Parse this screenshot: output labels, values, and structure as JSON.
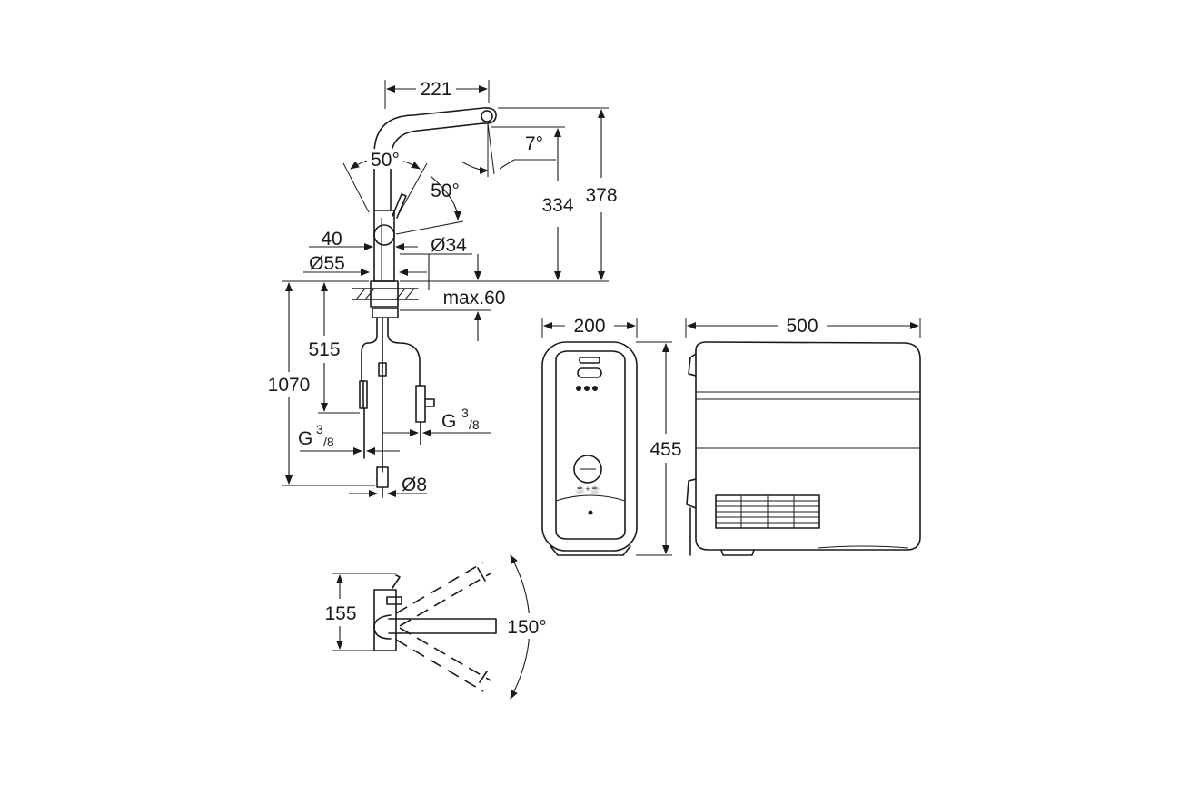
{
  "dimensions": {
    "spout_reach": "221",
    "spout_tilt": "7°",
    "lever_angle_left": "50°",
    "lever_angle_right": "50°",
    "spout_height": "334",
    "total_height": "378",
    "lever_offset": "40",
    "base_diameter": "Ø55",
    "lever_diameter": "Ø34",
    "max_counter_thickness": "max.60",
    "hose_length": "515",
    "total_length": "1070",
    "thread_left": "G",
    "thread_left_sup": "3",
    "thread_left_sub": "/8",
    "thread_right": "G",
    "thread_right_sup": "3",
    "thread_right_sub": "/8",
    "outlet_diameter": "Ø8",
    "boiler_depth": "200",
    "boiler_height": "455",
    "boiler_width": "500",
    "plan_depth": "155",
    "swivel_angle": "150°"
  }
}
